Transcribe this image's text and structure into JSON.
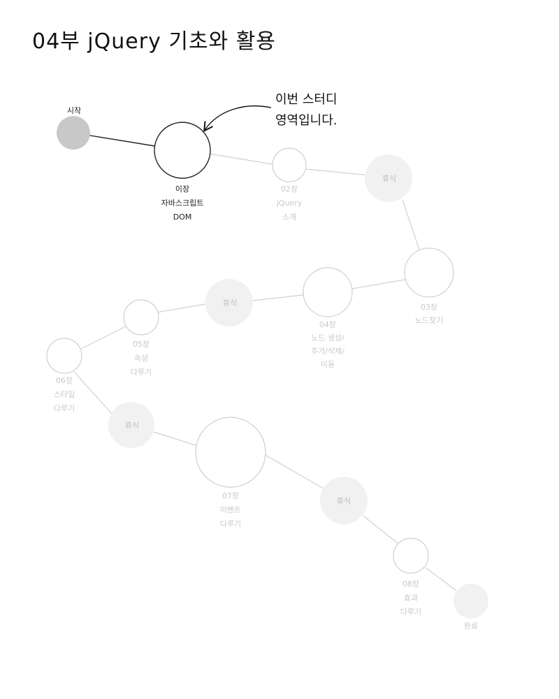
{
  "page": {
    "title": "04부 jQuery 기초와 활용"
  },
  "note": {
    "lines": [
      "이번 스터디",
      "영역입니다."
    ]
  },
  "nodes": {
    "start": {
      "lines": [
        "시작"
      ]
    },
    "ch01": {
      "lines": [
        "이장",
        "자바스크립트",
        "DOM"
      ]
    },
    "ch02": {
      "lines": [
        "02장",
        "jQuery",
        "소개"
      ]
    },
    "rest1": {
      "lines": [
        "휴식"
      ]
    },
    "ch03": {
      "lines": [
        "03장",
        "노드찾기"
      ]
    },
    "ch04": {
      "lines": [
        "04장",
        "노드 생성/",
        "추가/삭제/",
        "이동"
      ]
    },
    "rest2": {
      "lines": [
        "휴식"
      ]
    },
    "ch05": {
      "lines": [
        "05장",
        "속성",
        "다루기"
      ]
    },
    "ch06": {
      "lines": [
        "06장",
        "스타일",
        "다루기"
      ]
    },
    "rest3": {
      "lines": [
        "휴식"
      ]
    },
    "ch07": {
      "lines": [
        "07장",
        "이벤트",
        "다루기"
      ]
    },
    "rest4": {
      "lines": [
        "휴식"
      ]
    },
    "ch08": {
      "lines": [
        "08장",
        "효과",
        "다루기"
      ]
    },
    "end": {
      "lines": [
        "완료"
      ]
    }
  },
  "colors": {
    "active_stroke": "#222222",
    "dim_stroke": "#cccccc",
    "start_fill": "#c8c8c8",
    "rest_fill": "#f1f1f1"
  }
}
